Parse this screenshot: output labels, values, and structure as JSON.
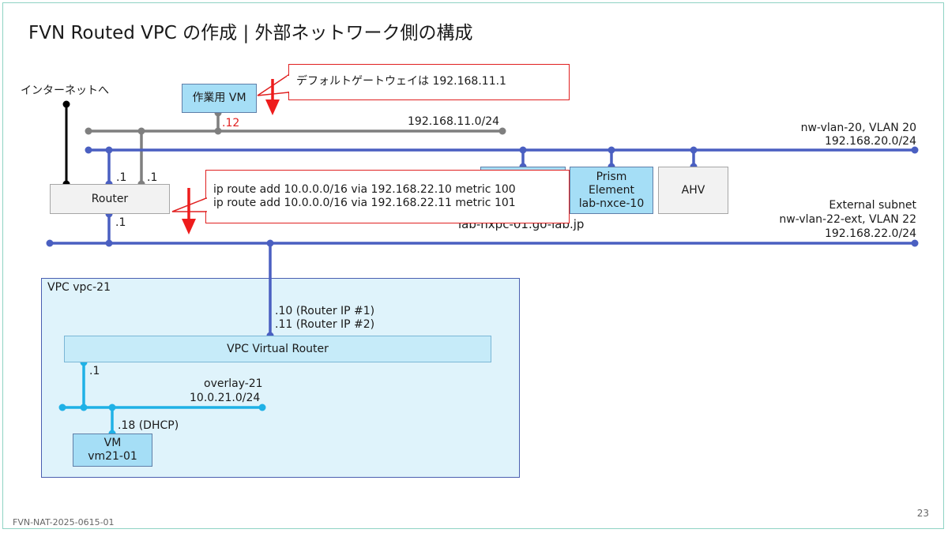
{
  "slide": {
    "title": "FVN Routed VPC の作成 | 外部ネットワーク側の構成",
    "footer_id": "FVN-NAT-2025-0615-01",
    "page_number": "23"
  },
  "labels": {
    "internet": "インターネットへ",
    "work_vm_ip": ".12",
    "mgmt_subnet": "192.168.11.0/24",
    "vlan20_name": "nw-vlan-20, VLAN 20",
    "vlan20_subnet": "192.168.20.0/24",
    "router_if1": ".1",
    "router_if2": ".1",
    "router_if3": ".1",
    "ext_subnet_title": "External subnet",
    "ext_subnet_name": "nw-vlan-22-ext, VLAN 22",
    "ext_subnet_cidr": "192.168.22.0/24",
    "hidden_host": "lab-nxpc-01.go-lab.jp",
    "vpc_name": "VPC vpc-21",
    "router_ip_1": ".10 (Router IP #1)",
    "router_ip_2": ".11 (Router IP #2)",
    "overlay_gw": ".1",
    "overlay_name": "overlay-21",
    "overlay_cidr": "10.0.21.0/24",
    "vm_ip": ".18 (DHCP)"
  },
  "boxes": {
    "work_vm": "作業用 VM",
    "router": "Router",
    "prism_line1": "Prism",
    "prism_line2": "Element",
    "prism_line3": "lab-nxce-10",
    "ahv": "AHV",
    "vpc_router": "VPC Virtual Router",
    "vm_line1": "VM",
    "vm_line2": "vm21-01"
  },
  "callouts": {
    "gateway_note": "デフォルトゲートウェイは 192.168.11.1",
    "route_1": "ip route add 10.0.0.0/16 via 192.168.22.10 metric 100",
    "route_2": "ip route add 10.0.0.0/16 via 192.168.22.11 metric 101"
  },
  "colors": {
    "network_blue": "#4a5fc1",
    "mgmt_grey": "#7f7f7f",
    "overlay_cyan": "#1fb1e6",
    "internet_black": "#000000",
    "callout_red": "#e02020",
    "node_blue_fill": "#a5def6",
    "vpc_fill": "#dff3fb"
  }
}
